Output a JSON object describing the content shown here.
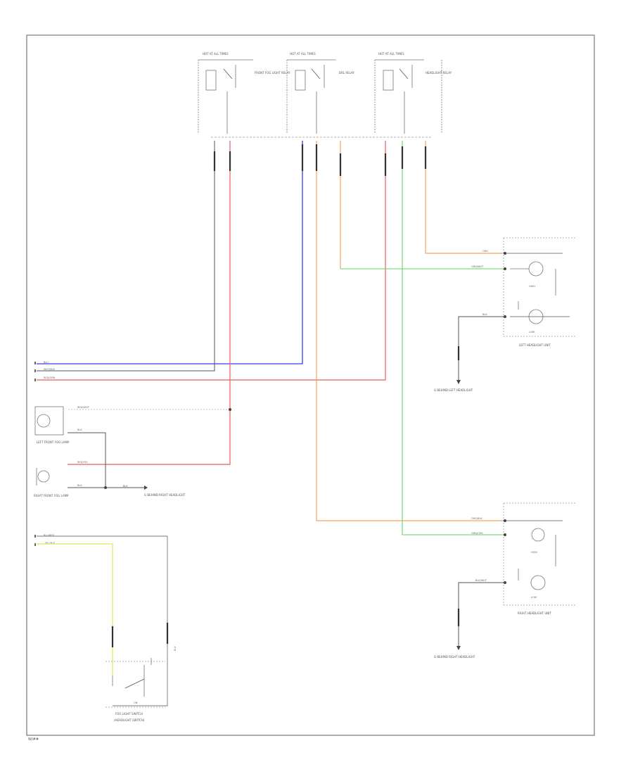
{
  "diagram": {
    "page_ref": "W/##",
    "relays": [
      {
        "header": "HOT AT ALL TIMES",
        "name": "FRONT FOG LIGHT RELAY"
      },
      {
        "header": "HOT AT ALL TIMES",
        "name": "DRL RELAY"
      },
      {
        "header": "HOT AT ALL TIMES",
        "name": "HEADLIGHT RELAY"
      }
    ],
    "wire_labels": {
      "ltblu": "BLU",
      "wht_blk": "WHT/BLK",
      "red_grn": "RED/GRN",
      "red_wht": "RED/WHT",
      "blk": "BLK",
      "red_yel": "RED/YEL",
      "blk2": "BLK",
      "org": "ORG",
      "grn_wht": "GRN/WHT",
      "blk3": "BLK",
      "org_blk": "ORG/BLK",
      "grn_org": "GRN/ORG",
      "blk_wht": "BLK/WHT",
      "blu_red": "BLU/RED",
      "yel_blk": "YEL/BLK",
      "blk4": "BLK"
    },
    "components": {
      "left_fog": "LEFT FRONT FOG LAMP",
      "right_fog": "RIGHT FRONT FOG LAMP",
      "fog_ground": "G BEHIND RIGHT HEADLIGHT",
      "left_headlight": "LEFT HEADLIGHT UNIT",
      "right_headlight": "RIGHT HEADLIGHT UNIT",
      "left_ground": "G BEHIND LEFT HEADLIGHT",
      "right_ground": "G BEHIND RIGHT HEADLIGHT",
      "fog_switch": "FOG LIGHT SWITCH",
      "switch_sub": "(HEADLIGHT SWITCH)",
      "switch_on": "ON",
      "low": "LOW",
      "high": "HIGH"
    },
    "colors": {
      "blue": "#3b3be8",
      "red": "#ee5a5a",
      "orange": "#f5a462",
      "green": "#5fd65f",
      "yellow": "#e8e86e",
      "black": "#333333",
      "frame": "#777777"
    }
  }
}
